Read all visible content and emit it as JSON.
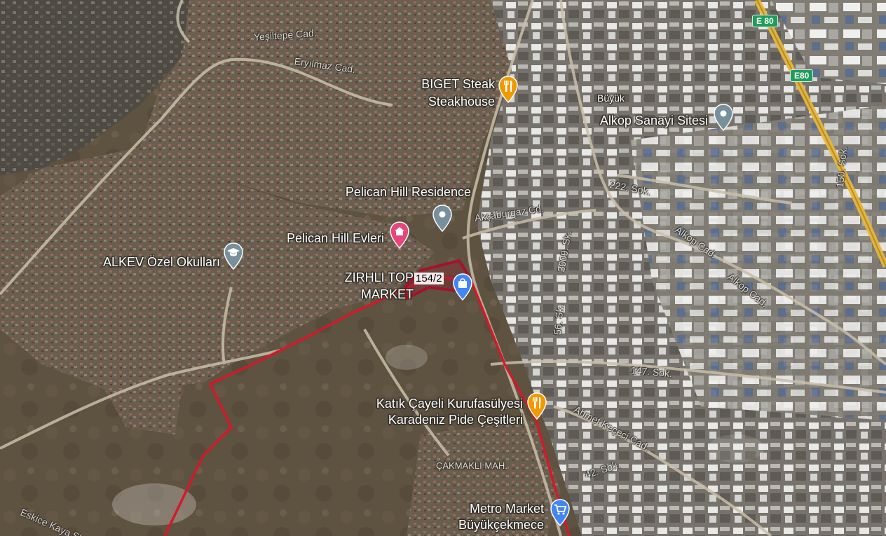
{
  "labels": {
    "biget_steak": "BIGET Steak",
    "cosa_steakhouse": "Steakhouse",
    "alkop_sanayi": "Alkop Sanayi Sitesi",
    "buyuk": "Büyük",
    "pelican_residence": "Pelican Hill Residence",
    "pelican_evleri": "Pelican Hill Evleri",
    "alkev": "ALKEV Özel Okulları",
    "zirhli_1": "ZIRHLI TOP",
    "zirhli_2": "MARKET",
    "katik_1": "Katık Çayeli Kurufasülyesi",
    "katik_2": "Karadeniz Pide Çeşitleri",
    "metro_1": "Metro Market",
    "metro_2": "Büyükçekmece",
    "cakmakli": "ÇAKMAKLI MAH."
  },
  "streets": {
    "yesiltepe": "Yeşiltepe Cad.",
    "eryilmaz": "Eryılmaz Cad.",
    "akcaburgaz": "Akçaburgaz Cd.",
    "alkop_1": "Alkop Cad.",
    "alkop_2": "Alkop Cad.",
    "sk_3009": "3009. Sk.",
    "sk_56": "56. Sk.",
    "sk_147": "147. Sok.",
    "sk_150": "150. Sok.",
    "sk_222": "222. Sok.",
    "ahmet_kesici": "Ahmet Keçeci Cad.",
    "sk_42": "42. Sok.",
    "eskice": "Eskice Kaya Sk."
  },
  "highway": {
    "shield_1": "E 80",
    "shield_2": "E80"
  },
  "parcel": {
    "label": "154/2"
  },
  "icons": {
    "restaurant": "fork-knife-icon",
    "place": "place-pin-icon",
    "home": "home-icon",
    "shopping": "shopping-bag-icon"
  },
  "colors": {
    "route": "#d11a2a",
    "parcel": "#a4132a",
    "restaurant_pin": "#f29900",
    "place_pin": "#78909c",
    "home_pin": "#e8457a",
    "shopping_pin": "#4285f4",
    "highway": "#e8b63a"
  }
}
